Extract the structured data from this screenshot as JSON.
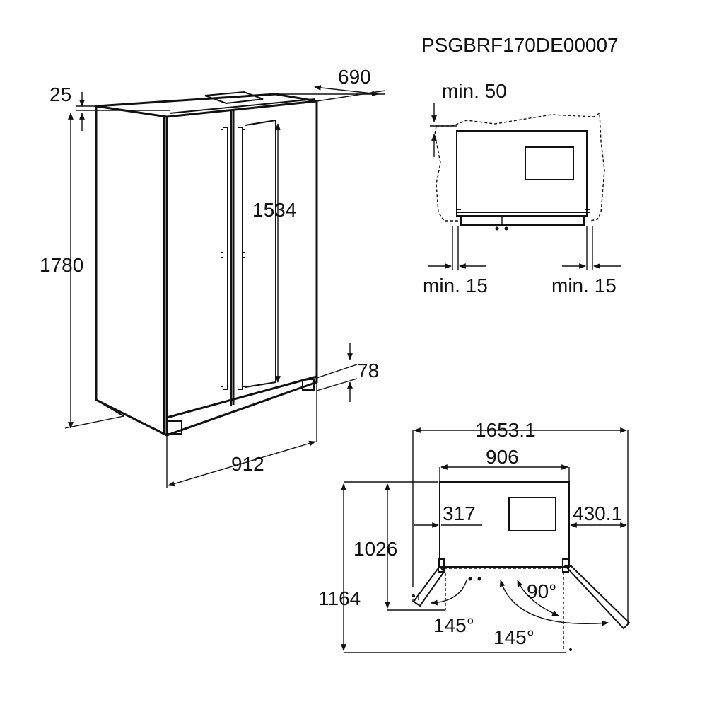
{
  "model_code": "PSGBRF170DE00007",
  "front_view": {
    "top_gap": "25",
    "depth": "690",
    "height": "1780",
    "door_height": "1534",
    "foot_height": "78",
    "width": "912"
  },
  "side_clearance": {
    "top": "min. 50",
    "left": "min. 15",
    "right": "min. 15"
  },
  "top_view": {
    "total_width": "1653.1",
    "body_width": "906",
    "left_offset": "317",
    "right_offset": "430.1",
    "depth_closed": "1026",
    "depth_open": "1164",
    "angle_90": "90°",
    "angle_145_left": "145°",
    "angle_145_right": "145°"
  }
}
